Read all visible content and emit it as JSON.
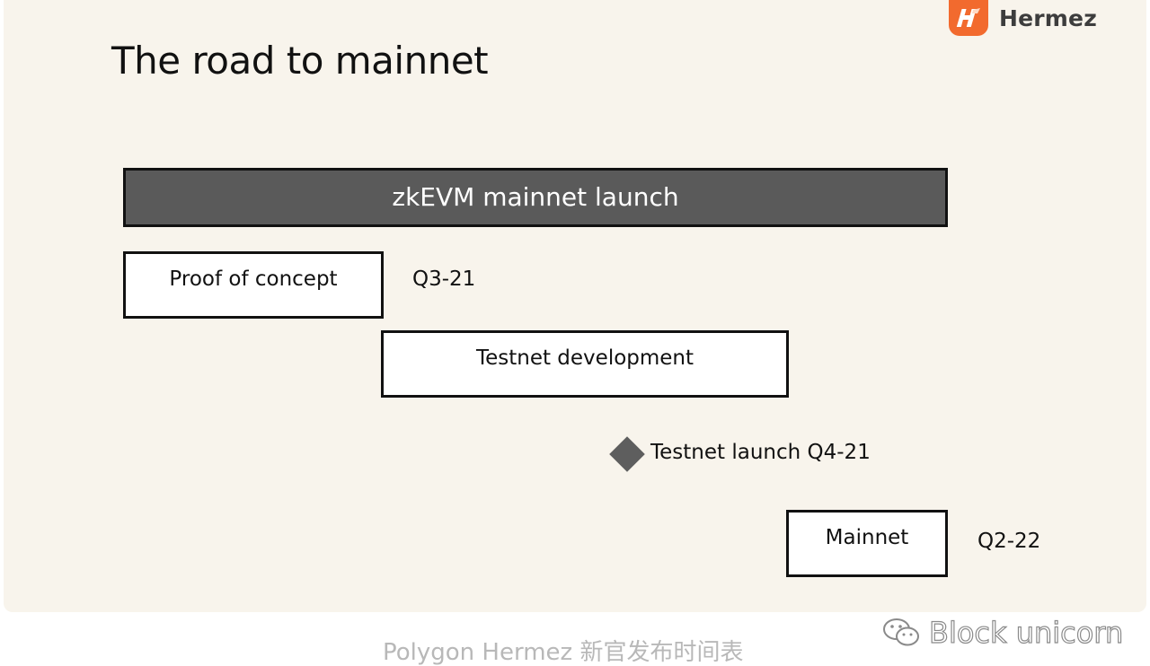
{
  "brand": {
    "name": "Hermez",
    "logo_color": "#f26a2e"
  },
  "slide": {
    "title": "The road to mainnet",
    "background_color": "#f8f4ec"
  },
  "roadmap": {
    "main_bar": {
      "label": "zkEVM mainnet launch",
      "color": "#5a5a5a"
    },
    "phases": [
      {
        "label": "Proof of concept",
        "date": "Q3-21"
      },
      {
        "label": "Testnet development",
        "date": ""
      },
      {
        "label": "Mainnet",
        "date": "Q2-22"
      }
    ],
    "milestone": {
      "label": "Testnet launch Q4-21",
      "icon": "diamond-icon",
      "color": "#5e5e5e"
    }
  },
  "watermark": {
    "icon": "wechat-icon",
    "text": "Block unicorn"
  },
  "caption": {
    "text": "Polygon Hermez 新官发布时间表"
  }
}
